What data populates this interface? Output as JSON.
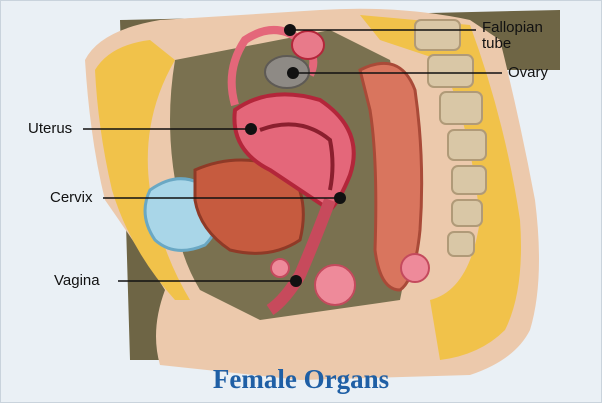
{
  "diagram": {
    "title": "Female Organs",
    "labels": {
      "fallopian_line1": "Fallopian",
      "fallopian_line2": "tube",
      "ovary": "Ovary",
      "uterus": "Uterus",
      "cervix": "Cervix",
      "vagina": "Vagina"
    }
  },
  "colors": {
    "title": "#1f5fa5",
    "background": "#eaf0f5",
    "skin": "#ecc9ac",
    "fat": "#f1c24a",
    "organ_pink": "#e4677a",
    "organ_dark": "#b3263a",
    "cavity": "#6e6545",
    "leader": "#111111"
  }
}
